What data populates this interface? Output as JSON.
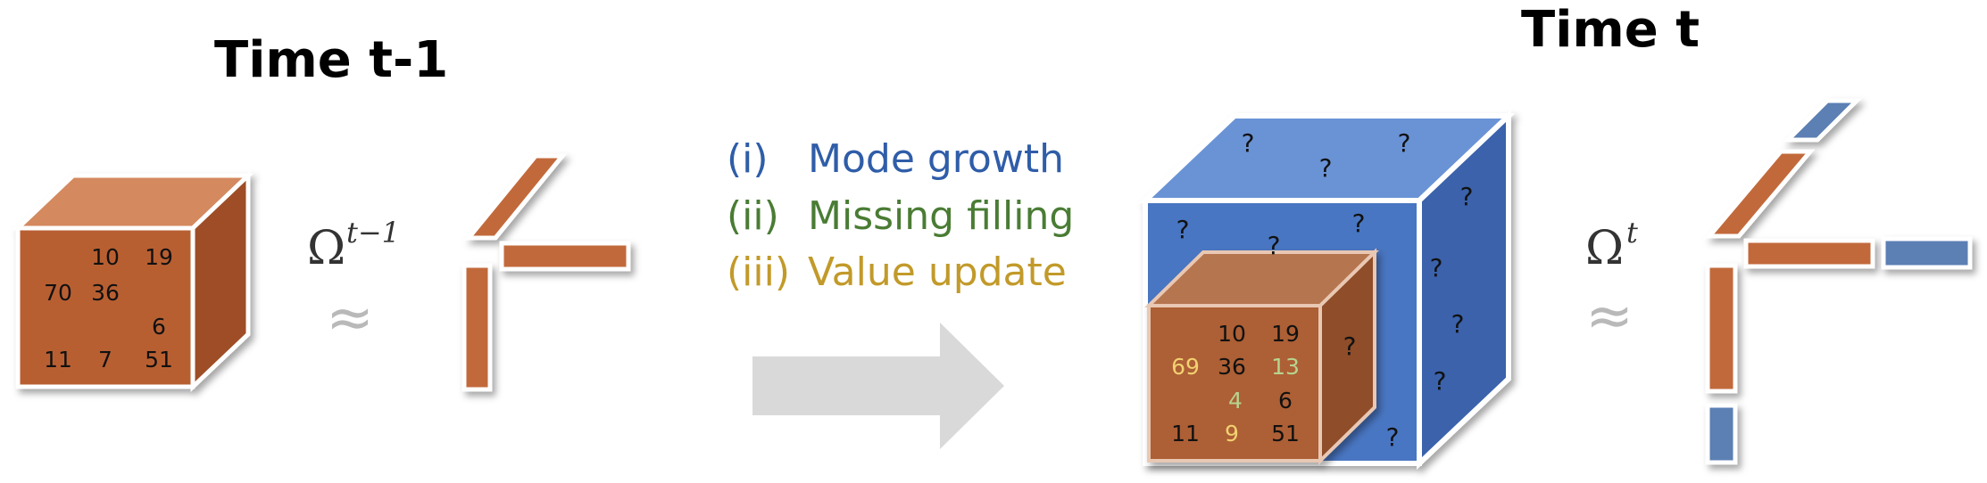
{
  "titles": {
    "left": "Time t-1",
    "right": "Time t"
  },
  "left_tensor": {
    "values": [
      "10",
      "19",
      "70",
      "36",
      "6",
      "11",
      "7",
      "51"
    ]
  },
  "omega": {
    "prev": {
      "symbol": "Ω",
      "superscript": "t−1",
      "approx": "≈"
    },
    "curr": {
      "symbol": "Ω",
      "superscript": "t",
      "approx": "≈"
    }
  },
  "steps": [
    {
      "num": "(i)",
      "label": "Mode growth",
      "color": "#2f5da8"
    },
    {
      "num": "(ii)",
      "label": "Missing filling",
      "color": "#4a7c34"
    },
    {
      "num": "(iii)",
      "label": "Value update",
      "color": "#c29a2a"
    }
  ],
  "right_tensor": {
    "old_values": [
      "10",
      "19",
      "36",
      "6",
      "11",
      "51"
    ],
    "updated_values": [
      "69",
      "9"
    ],
    "filled_values": [
      "13",
      "4"
    ],
    "unknown_mark": "?"
  },
  "colors": {
    "orange": "#c2693a",
    "orange_front": "#b85f33",
    "orange_top": "#d4895f",
    "orange_side": "#9e4e27",
    "blue": "#4a76c2",
    "blue_top": "#6b93d6",
    "blue_side": "#3a62ab",
    "factor_blue": "#5b7fb4",
    "arrow": "#d9d9d9",
    "updated_text": "#f2d170",
    "filled_text": "#b6d48f"
  }
}
